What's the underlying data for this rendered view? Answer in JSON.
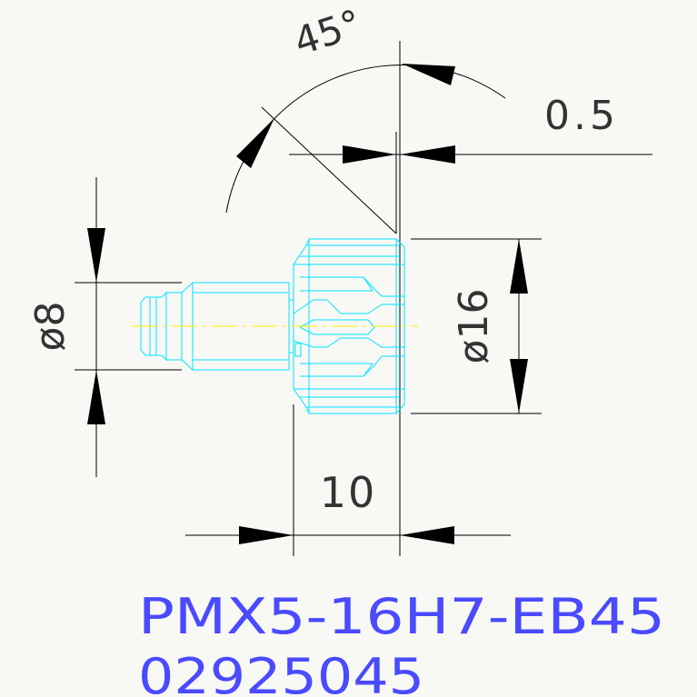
{
  "dimensions": {
    "angle": "45°",
    "chamfer": "0.5",
    "shank_diameter": "ø8",
    "head_diameter": "ø16",
    "head_length": "10"
  },
  "caption": {
    "part_number": "PMX5-16H7-EB45",
    "code": "02925045"
  },
  "colors": {
    "background": "#f8f8f5",
    "dimension_lines": "#000000",
    "part_outline": "#00e5ff",
    "centerline": "#ffee00",
    "caption_text": "#4a4aff"
  }
}
